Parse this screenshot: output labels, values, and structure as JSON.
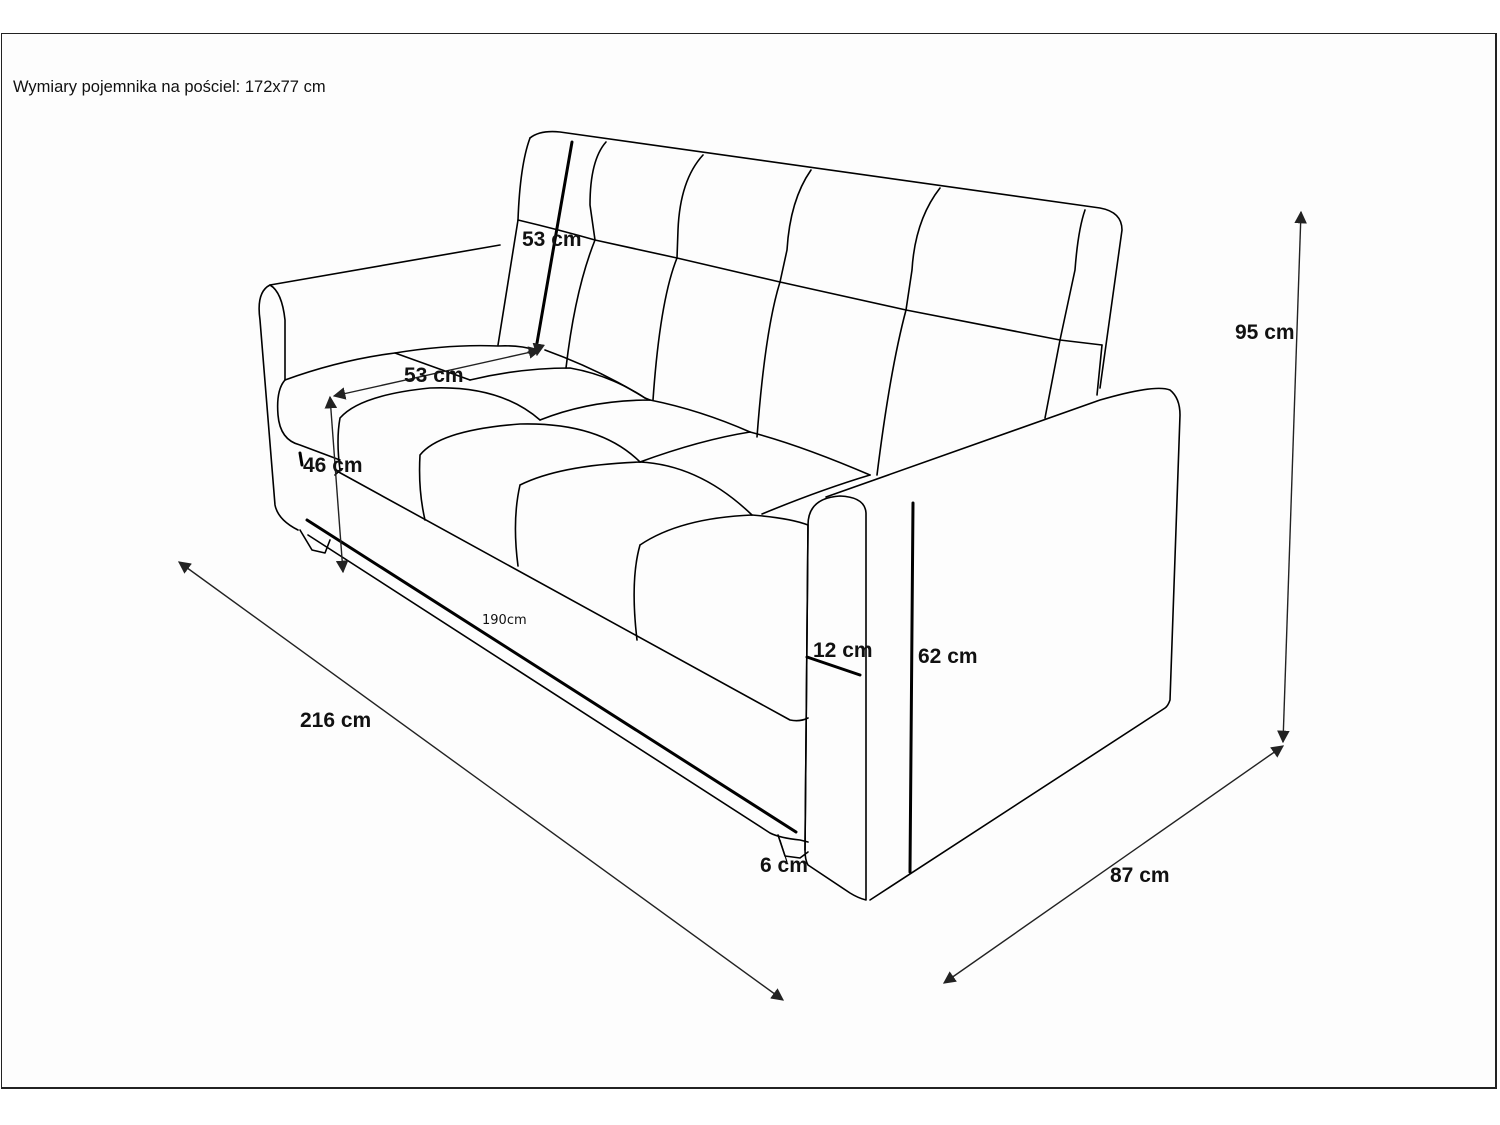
{
  "caption": "Wymiary pojemnika na pościel: 172x77 cm",
  "dimensions": {
    "backrest_height": "53 cm",
    "seat_depth": "53 cm",
    "seat_height": "46 cm",
    "sleeping_length": "190cm",
    "armrest_width": "12 cm",
    "armrest_height": "62 cm",
    "leg_height": "6 cm",
    "total_width": "216 cm",
    "total_depth": "87 cm",
    "total_height": "95 cm"
  },
  "drawing": {
    "subject": "three-seat sofa bed line drawing",
    "line_color": "#000000",
    "background_color": "#ffffff",
    "icons": [
      "arrow-head-icon"
    ]
  }
}
